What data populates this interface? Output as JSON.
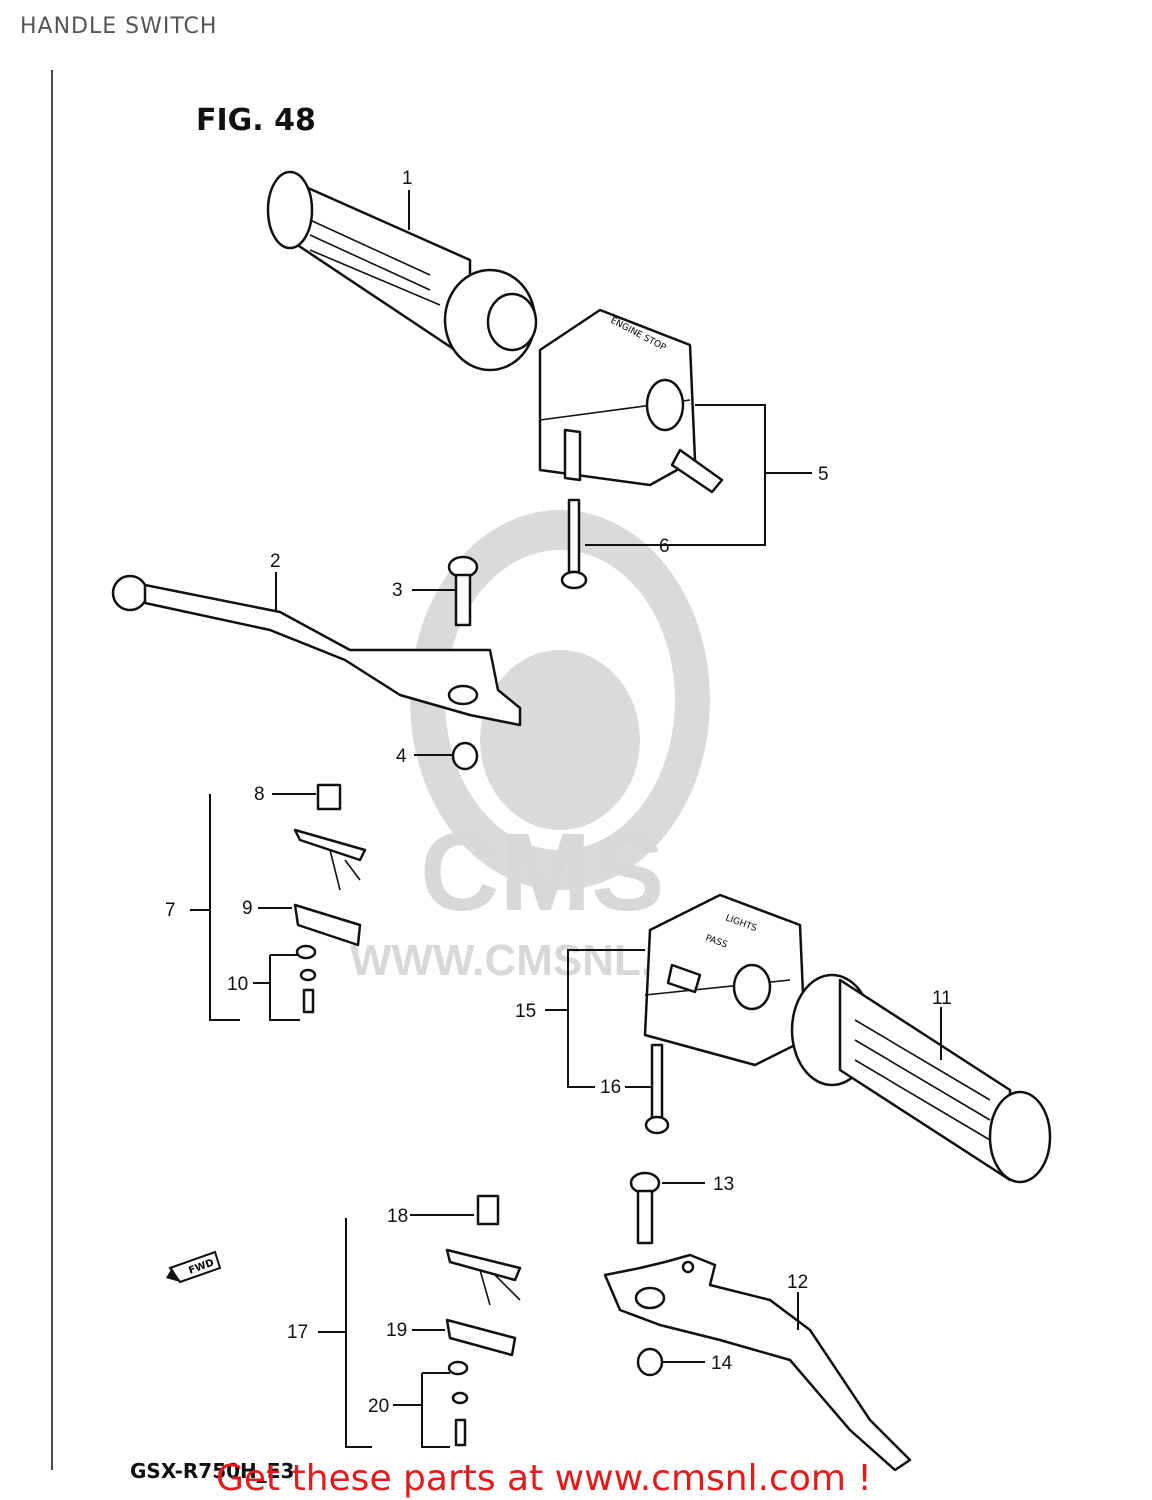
{
  "page": {
    "title": "HANDLE SWITCH"
  },
  "figure": {
    "label": "FIG. 48",
    "model": "GSX-R750H_E3"
  },
  "watermark": {
    "brand": "CMS",
    "url": "WWW.CMSNL.COM"
  },
  "callouts": {
    "c1": "1",
    "c2": "2",
    "c3": "3",
    "c4": "4",
    "c5": "5",
    "c6": "6",
    "c7": "7",
    "c8": "8",
    "c9": "9",
    "c10": "10",
    "c11": "11",
    "c12": "12",
    "c13": "13",
    "c14": "14",
    "c15": "15",
    "c16": "16",
    "c17": "17",
    "c18": "18",
    "c19": "19",
    "c20": "20"
  },
  "parts_text": {
    "left_switch": "ENGINE STOP",
    "right_switch_top": "LIGHTS",
    "right_switch_side": "PASS",
    "fwd": "FWD"
  },
  "promo": {
    "text": "Get these parts at www.cmsnl.com !",
    "color": "#e21b1b"
  }
}
